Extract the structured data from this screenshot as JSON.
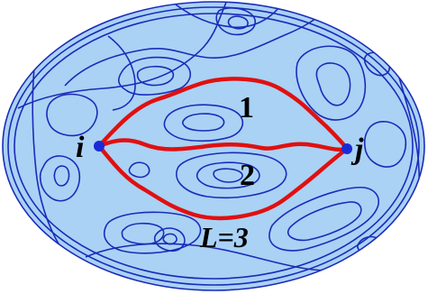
{
  "diagram": {
    "colors": {
      "background_fill": "#a9d2f5",
      "contour_stroke": "#1c2bb8",
      "path_stroke": "#e01010",
      "node_fill": "#1a2bd6"
    },
    "nodes": [
      {
        "id": "i",
        "label": "i"
      },
      {
        "id": "j",
        "label": "j"
      }
    ],
    "paths": [
      {
        "id": "path-1",
        "label": "1"
      },
      {
        "id": "path-2",
        "label": "2"
      },
      {
        "id": "path-3",
        "label": "L=3"
      }
    ]
  }
}
